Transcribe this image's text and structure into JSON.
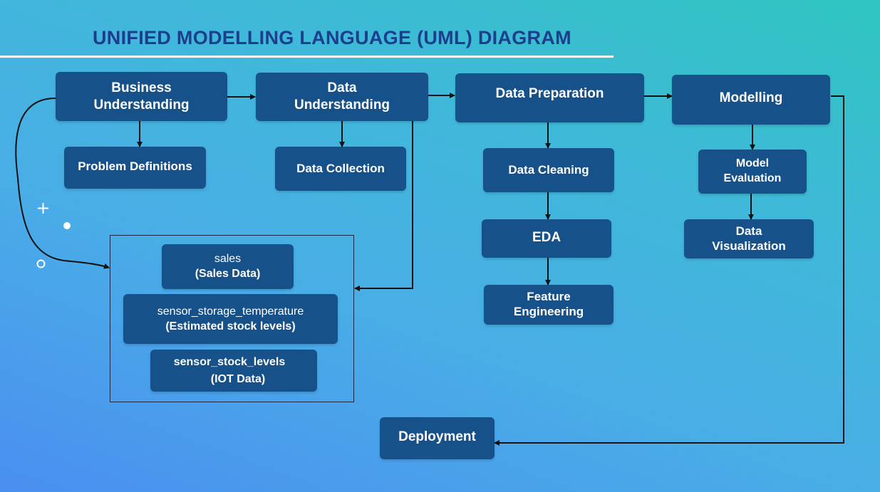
{
  "title": "UNIFIED MODELLING LANGUAGE (UML) DIAGRAM",
  "stages": {
    "business": {
      "line1": "Business",
      "line2": "Understanding"
    },
    "data_understanding": {
      "line1": "Data",
      "line2": "Understanding"
    },
    "data_preparation": {
      "label": "Data Preparation"
    },
    "modelling": {
      "label": "Modelling"
    }
  },
  "substeps": {
    "problem_definitions": "Problem Definitions",
    "data_collection": "Data Collection",
    "data_cleaning": "Data Cleaning",
    "eda": "EDA",
    "feature_engineering": {
      "line1": "Feature",
      "line2": "Engineering"
    },
    "model_evaluation": {
      "line1": "Model",
      "line2": "Evaluation"
    },
    "data_visualization": {
      "line1": "Data",
      "line2": "Visualization"
    }
  },
  "datasets": {
    "sales": {
      "name": "sales",
      "desc": "(Sales Data)"
    },
    "temperature": {
      "name": "sensor_storage_temperature",
      "desc": "(Estimated stock levels)"
    },
    "stock": {
      "name": "sensor_stock_levels",
      "desc": "(IOT Data)"
    }
  },
  "deployment": "Deployment",
  "colors": {
    "box_fill": "#17518a",
    "title": "#1b3f8d",
    "connector": "#111111",
    "background_start": "#4a8ff0",
    "background_end": "#2fc5c0"
  },
  "decor_icons": [
    "plus-icon",
    "dot-icon",
    "ring-icon"
  ]
}
